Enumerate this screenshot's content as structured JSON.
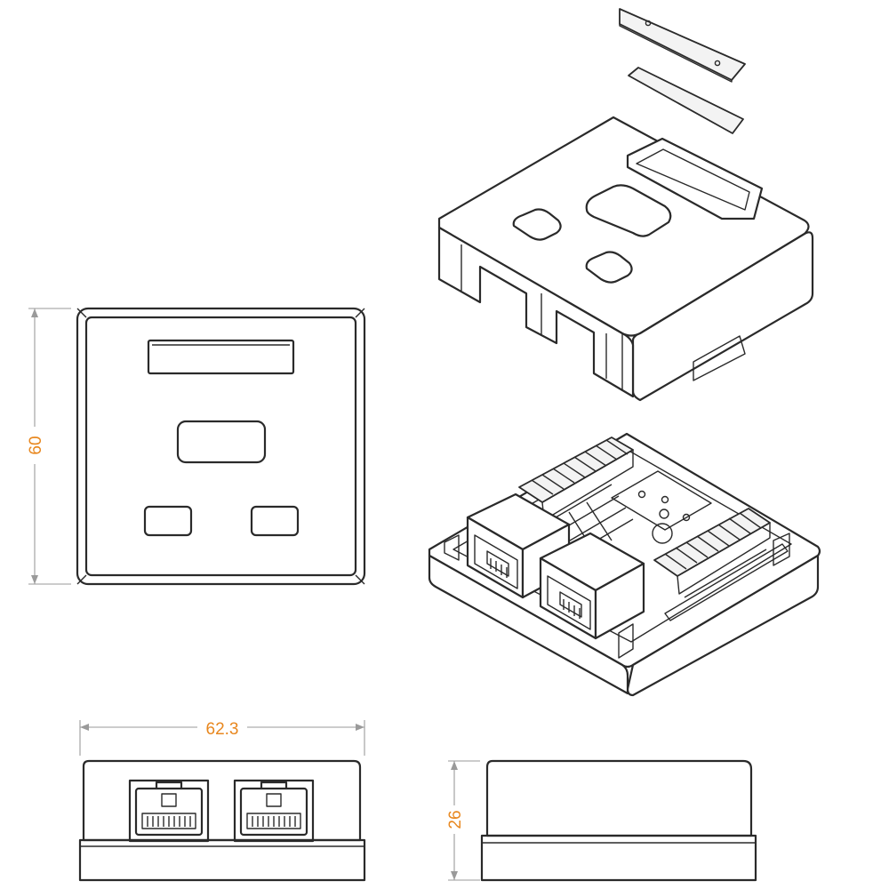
{
  "colors": {
    "line": "#2a2a2a",
    "dimension_text": "#e8871e",
    "dimension_line": "#9a9a9a"
  },
  "dimensions": {
    "height_front": "60",
    "width_bottom": "62.3",
    "depth_side": "26"
  }
}
